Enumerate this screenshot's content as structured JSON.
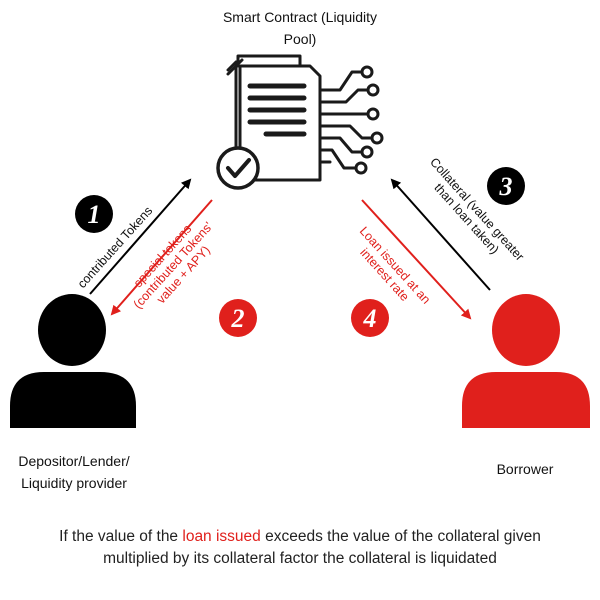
{
  "colors": {
    "black": "#000000",
    "red": "#e0201c",
    "stroke": "#1a1a1a"
  },
  "contract": {
    "title_line1": "Smart Contract (Liquidity",
    "title_line2": "Pool)",
    "icon": "document-circuit-check-icon"
  },
  "steps": [
    {
      "number": "1",
      "label": "contributed Tokens",
      "color": "black"
    },
    {
      "number": "2",
      "label_line1": "special tokens",
      "label_line2": "(contributed Tokens'",
      "label_line3": "value + APY)",
      "color": "red"
    },
    {
      "number": "3",
      "label_line1": "Collateral (value greater",
      "label_line2": "than loan taken)",
      "color": "black"
    },
    {
      "number": "4",
      "label_line1": "Loan issued at an",
      "label_line2": "interest rate",
      "color": "red"
    }
  ],
  "actors": {
    "depositor": {
      "label_line1": "Depositor/Lender/",
      "label_line2": "Liquidity provider",
      "icon": "person-icon"
    },
    "borrower": {
      "label": "Borrower",
      "icon": "person-icon"
    }
  },
  "footer": {
    "part1": "If the value of the ",
    "highlight": "loan issued",
    "part2": " exceeds the value of the collateral given",
    "line2": "multiplied by its collateral factor the collateral is liquidated"
  }
}
